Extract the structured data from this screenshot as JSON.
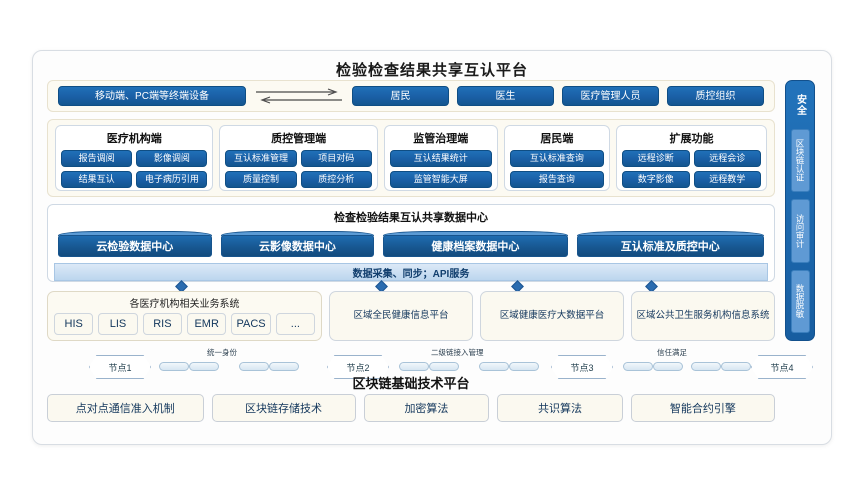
{
  "title": "检验检查结果共享互认平台",
  "terminals": {
    "main": "移动端、PC端等终端设备",
    "arrow_icon": "bidirectional-arrow-icon",
    "roles": [
      "居民",
      "医生",
      "医疗管理人员",
      "质控组织"
    ]
  },
  "modules": [
    {
      "title": "医疗机构端",
      "items": [
        "报告调阅",
        "影像调阅",
        "结果互认",
        "电子病历引用"
      ],
      "cols": 2
    },
    {
      "title": "质控管理端",
      "items": [
        "互认标准管理",
        "项目对码",
        "质量控制",
        "质控分析"
      ],
      "cols": 2
    },
    {
      "title": "监管治理端",
      "items": [
        "互认结果统计",
        "监管智能大屏"
      ],
      "cols": 1
    },
    {
      "title": "居民端",
      "items": [
        "互认标准查询",
        "报告查询"
      ],
      "cols": 1
    },
    {
      "title": "扩展功能",
      "items": [
        "远程诊断",
        "远程会诊",
        "数字影像",
        "远程教学"
      ],
      "cols": 2
    }
  ],
  "data_center": {
    "title": "检查检验结果互认共享数据中心",
    "cylinders": [
      "云检验数据中心",
      "云影像数据中心",
      "健康档案数据中心",
      "互认标准及质控中心"
    ],
    "api_bar": "数据采集、同步；API服务"
  },
  "systems": {
    "left_label": "各医疗机构相关业务系统",
    "left_chips": [
      "HIS",
      "LIS",
      "RIS",
      "EMR",
      "PACS",
      "..."
    ],
    "boxes": [
      "区域全民健康信息平台",
      "区域健康医疗大数据平台",
      "区域公共卫生服务机构信息系统"
    ]
  },
  "blockchain": {
    "title": "区块链基础技术平台",
    "nodes": [
      "节点1",
      "节点2",
      "节点3",
      "节点4"
    ],
    "link_labels": [
      "统一身份",
      "二级链接入管理",
      "信任满足"
    ],
    "tech": [
      "点对点通信准入机制",
      "区块链存储技术",
      "加密算法",
      "共识算法",
      "智能合约引擎"
    ]
  },
  "security_sidebar": {
    "head": "安全",
    "items": [
      "区块链认证",
      "访问审计",
      "数据脱敏"
    ]
  },
  "colors": {
    "brand_blue": "#1a5fa5",
    "light_blue": "#5b9bd5",
    "cream": "#fcfaf2"
  }
}
